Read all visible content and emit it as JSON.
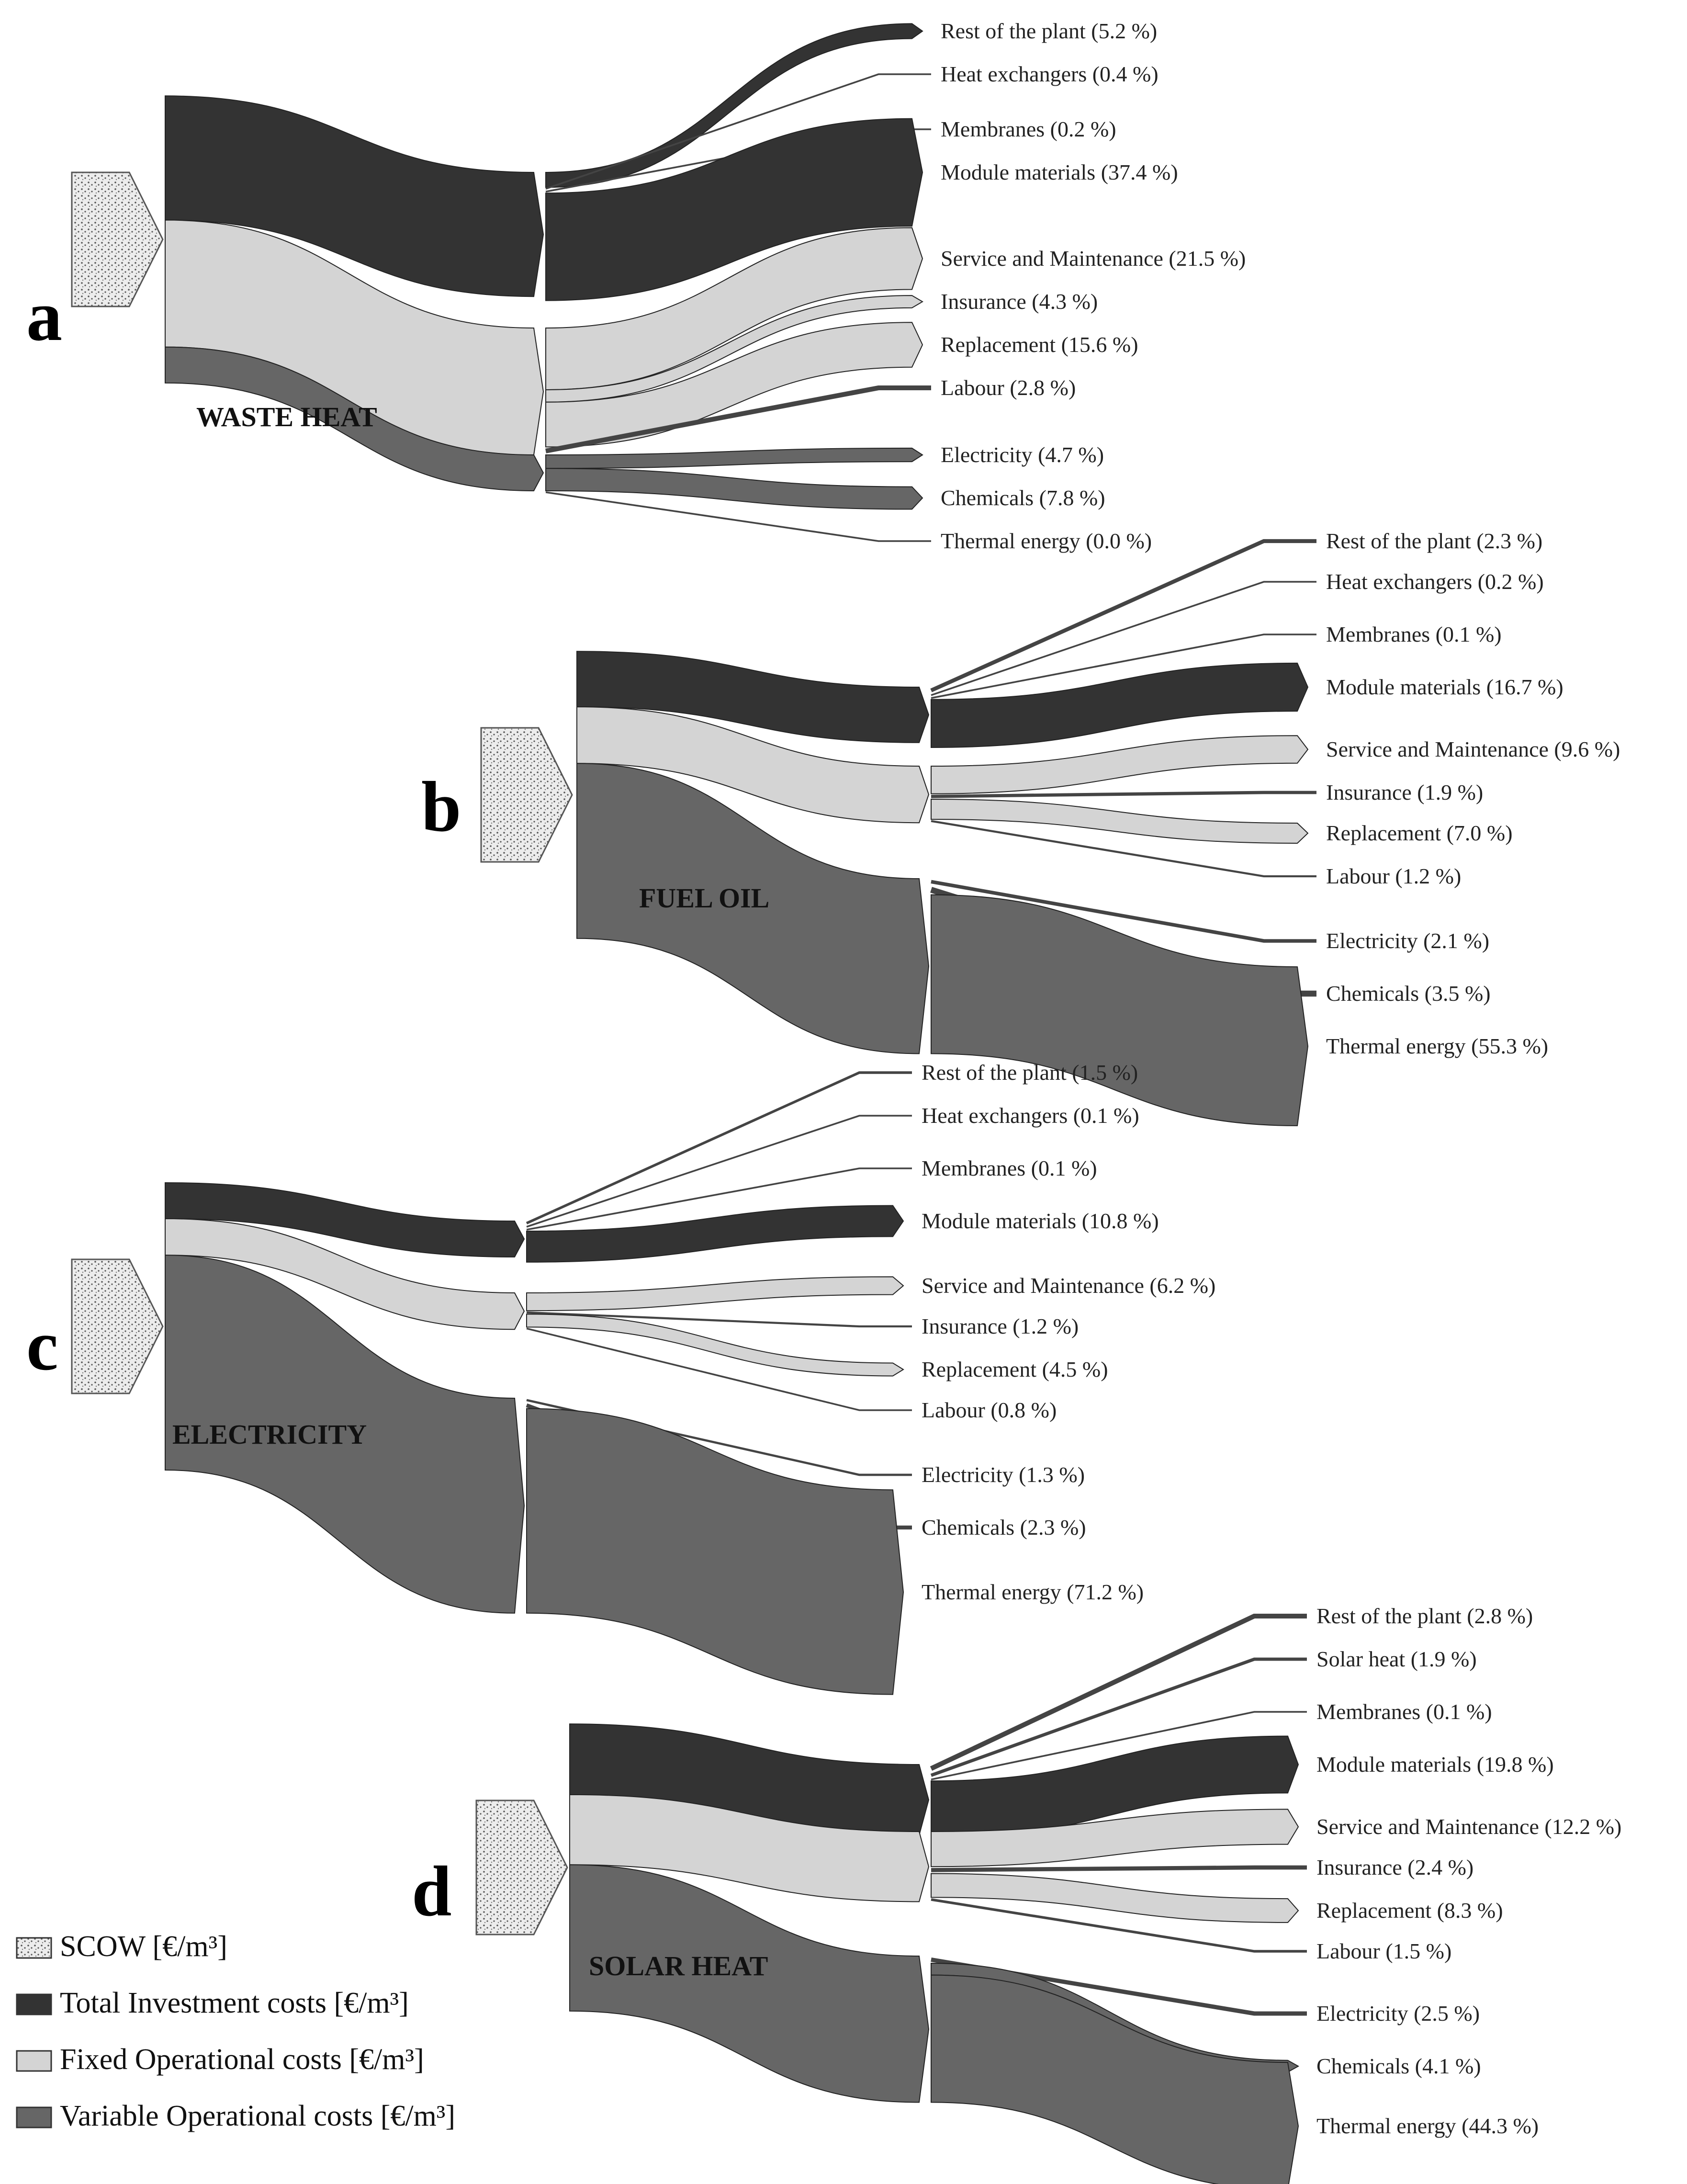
{
  "colors": {
    "scow": "#e6e6e6",
    "investment": "#333333",
    "fixed": "#d4d4d4",
    "variable": "#666666",
    "thin_line": "#444444"
  },
  "legend": [
    {
      "label": "SCOW [€/m³]",
      "key": "scow"
    },
    {
      "label": "Total Investment costs [€/m³]",
      "key": "investment"
    },
    {
      "label": "Fixed Operational costs [€/m³]",
      "key": "fixed"
    },
    {
      "label": "Variable Operational costs [€/m³]",
      "key": "variable"
    }
  ],
  "panels": [
    {
      "letter": "a",
      "title": "WASTE HEAT",
      "investment": [
        {
          "label": "Rest of the plant (5.2 %)",
          "value": 5.2
        },
        {
          "label": "Heat exchangers (0.4 %)",
          "value": 0.4
        },
        {
          "label": "Membranes (0.2 %)",
          "value": 0.2
        },
        {
          "label": "Module materials (37.4 %)",
          "value": 37.4
        }
      ],
      "fixed": [
        {
          "label": "Service and Maintenance (21.5 %)",
          "value": 21.5
        },
        {
          "label": "Insurance (4.3 %)",
          "value": 4.3
        },
        {
          "label": "Replacement (15.6 %)",
          "value": 15.6
        },
        {
          "label": "Labour (2.8 %)",
          "value": 2.8
        }
      ],
      "variable": [
        {
          "label": "Electricity (4.7 %)",
          "value": 4.7
        },
        {
          "label": "Chemicals (7.8 %)",
          "value": 7.8
        },
        {
          "label": "Thermal energy (0.0 %)",
          "value": 0.0
        }
      ]
    },
    {
      "letter": "b",
      "title": "FUEL OIL",
      "investment": [
        {
          "label": "Rest of the plant (2.3 %)",
          "value": 2.3
        },
        {
          "label": "Heat exchangers (0.2 %)",
          "value": 0.2
        },
        {
          "label": "Membranes (0.1 %)",
          "value": 0.1
        },
        {
          "label": "Module materials (16.7 %)",
          "value": 16.7
        }
      ],
      "fixed": [
        {
          "label": "Service and Maintenance (9.6 %)",
          "value": 9.6
        },
        {
          "label": "Insurance (1.9 %)",
          "value": 1.9
        },
        {
          "label": "Replacement (7.0 %)",
          "value": 7.0
        },
        {
          "label": "Labour (1.2 %)",
          "value": 1.2
        }
      ],
      "variable": [
        {
          "label": "Electricity (2.1 %)",
          "value": 2.1
        },
        {
          "label": "Chemicals (3.5 %)",
          "value": 3.5
        },
        {
          "label": "Thermal energy (55.3 %)",
          "value": 55.3
        }
      ]
    },
    {
      "letter": "c",
      "title": "ELECTRICITY",
      "investment": [
        {
          "label": "Rest of the plant (1.5 %)",
          "value": 1.5
        },
        {
          "label": "Heat exchangers (0.1 %)",
          "value": 0.1
        },
        {
          "label": "Membranes (0.1 %)",
          "value": 0.1
        },
        {
          "label": "Module materials (10.8 %)",
          "value": 10.8
        }
      ],
      "fixed": [
        {
          "label": "Service and Maintenance (6.2 %)",
          "value": 6.2
        },
        {
          "label": "Insurance (1.2 %)",
          "value": 1.2
        },
        {
          "label": "Replacement (4.5 %)",
          "value": 4.5
        },
        {
          "label": "Labour (0.8 %)",
          "value": 0.8
        }
      ],
      "variable": [
        {
          "label": "Electricity (1.3 %)",
          "value": 1.3
        },
        {
          "label": "Chemicals (2.3 %)",
          "value": 2.3
        },
        {
          "label": "Thermal energy (71.2 %)",
          "value": 71.2
        }
      ]
    },
    {
      "letter": "d",
      "title": "SOLAR HEAT",
      "investment": [
        {
          "label": "Rest of the plant (2.8 %)",
          "value": 2.8
        },
        {
          "label": "Solar heat (1.9 %)",
          "value": 1.9
        },
        {
          "label": "Membranes (0.1 %)",
          "value": 0.1
        },
        {
          "label": "Module materials (19.8 %)",
          "value": 19.8
        }
      ],
      "fixed": [
        {
          "label": "Service and Maintenance (12.2 %)",
          "value": 12.2
        },
        {
          "label": "Insurance (2.4 %)",
          "value": 2.4
        },
        {
          "label": "Replacement (8.3 %)",
          "value": 8.3
        },
        {
          "label": "Labour (1.5 %)",
          "value": 1.5
        }
      ],
      "variable": [
        {
          "label": "Electricity (2.5 %)",
          "value": 2.5
        },
        {
          "label": "Chemicals (4.1 %)",
          "value": 4.1
        },
        {
          "label": "Thermal energy (44.3 %)",
          "value": 44.3
        }
      ]
    }
  ]
}
